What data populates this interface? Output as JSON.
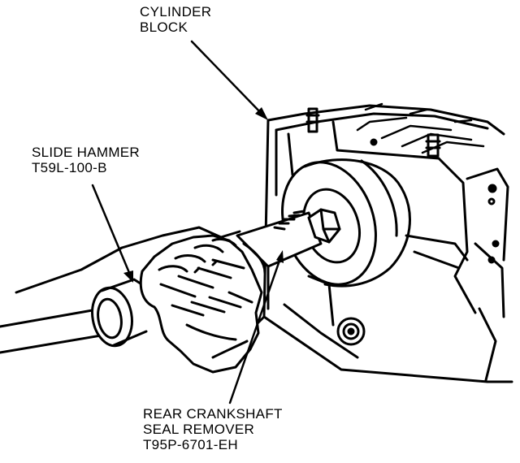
{
  "labels": {
    "cylinder_block": {
      "line1": "CYLINDER",
      "line2": "BLOCK"
    },
    "slide_hammer": {
      "line1": "SLIDE HAMMER",
      "line2": "T59L-100-B"
    },
    "seal_remover": {
      "line1": "REAR CRANKSHAFT",
      "line2": "SEAL REMOVER",
      "line3": "T95P-6701-EH"
    }
  },
  "colors": {
    "ink": "#000000",
    "paper": "#ffffff"
  }
}
